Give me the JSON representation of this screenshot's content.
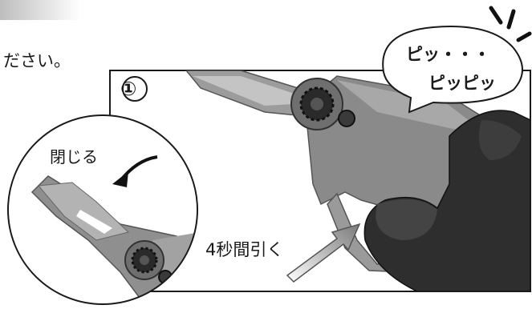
{
  "instruction_text": "ださい。",
  "step_number": "①",
  "close_label": "閉じる",
  "pull_label": "4秒間引く",
  "beep_line1": "ピッ・・・",
  "beep_line2": "ピッピッ",
  "colors": {
    "tool_body": "#8a8a8a",
    "tool_dark": "#555555",
    "glove": "#2e2e2e",
    "banner": "#c9c9c9",
    "outline": "#1a1a1a"
  }
}
